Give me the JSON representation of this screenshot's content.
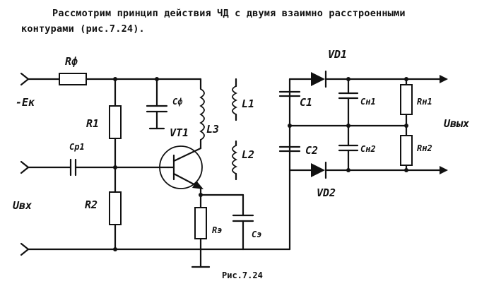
{
  "intro": {
    "line1": "Рассмотрим принцип действия ЧД с двумя взаимно расстроенными",
    "line2": "контурами (рис.7.24)."
  },
  "labels": {
    "r_f": "Rф",
    "e_k": "-Eк",
    "r1": "R1",
    "r2": "R2",
    "c_f": "Cф",
    "vt1": "VT1",
    "l3": "L3",
    "c_p1": "Cр1",
    "u_in": "Uвх",
    "r_e": "Rэ",
    "c_e": "Cэ",
    "l1": "L1",
    "c1": "C1",
    "l2": "L2",
    "c2": "C2",
    "vd1": "VD1",
    "vd2": "VD2",
    "c_n1": "Cн1",
    "c_n2": "Cн2",
    "r_n1": "Rн1",
    "r_n2": "Rн2",
    "u_out": "Uвых"
  },
  "caption": "Рис.7.24"
}
